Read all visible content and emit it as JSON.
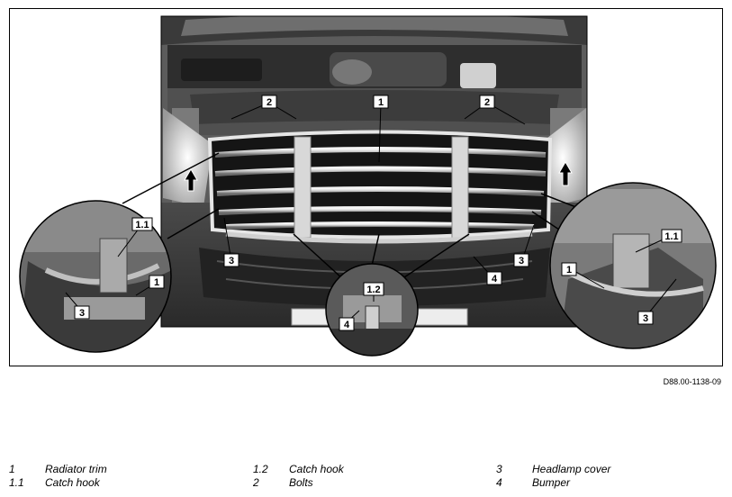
{
  "figure": {
    "code": "D88.00-1138-09",
    "callouts": [
      "2",
      "1",
      "2",
      "1.1",
      "3",
      "1",
      "3",
      "4",
      "1.2",
      "4",
      "3",
      "1.1",
      "1",
      "3"
    ]
  },
  "legend": [
    {
      "num": "1",
      "text": "Radiator trim"
    },
    {
      "num": "1.1",
      "text": "Catch hook"
    },
    {
      "num": "1.2",
      "text": "Catch hook"
    },
    {
      "num": "2",
      "text": "Bolts"
    },
    {
      "num": "3",
      "text": "Headlamp cover"
    },
    {
      "num": "4",
      "text": "Bumper"
    }
  ]
}
